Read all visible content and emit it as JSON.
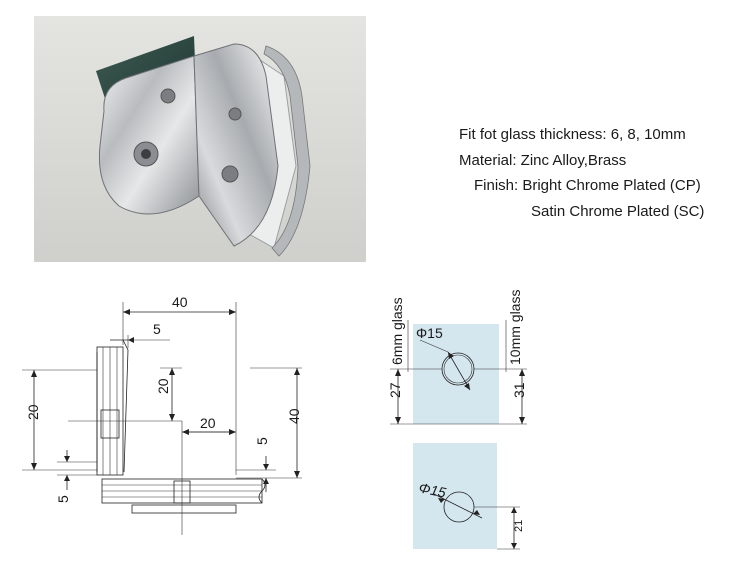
{
  "specs": {
    "line1": "Fit fot glass thickness: 6, 8, 10mm",
    "line2": "Material: Zinc Alloy,Brass",
    "line3": "Finish: Bright Chrome Plated (CP)",
    "line4": "Satin Chrome Plated  (SC)"
  },
  "side_view": {
    "dim_top": "40",
    "dim_5_top": "5",
    "dim_left": "20",
    "dim_mid_v": "20",
    "dim_mid_h": "20",
    "dim_5_right": "5",
    "dim_right": "40",
    "dim_5_bottom": "5"
  },
  "hole_view_top": {
    "left_label": "6mm glass",
    "right_label": "10mm glass",
    "diameter": "Φ15",
    "dim_left": "27",
    "dim_right": "31"
  },
  "hole_view_bottom": {
    "diameter": "Φ15",
    "dim_right": "21"
  },
  "colors": {
    "glass_fill": "#d4e6ee",
    "photo_bg": "#dcdcd8"
  }
}
